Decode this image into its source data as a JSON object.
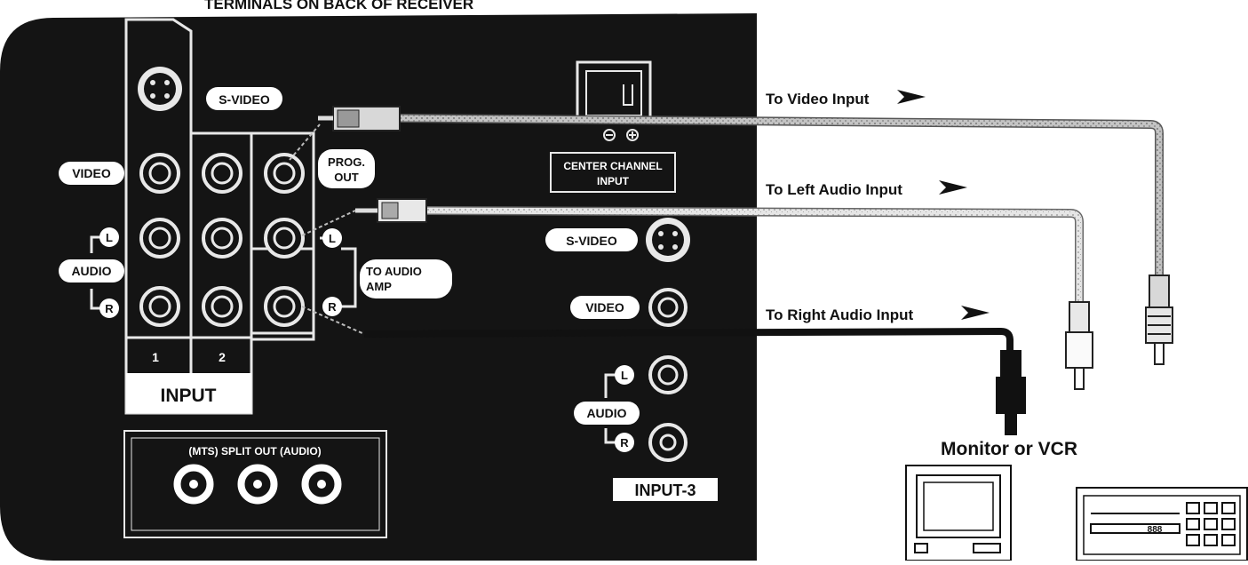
{
  "header_title": "TERMINALS ON BACK OF RECEIVER",
  "panel": {
    "s_video_label": "S-VIDEO",
    "video_label": "VIDEO",
    "audio_label": "AUDIO",
    "left_badge": "L",
    "right_badge": "R",
    "input_col_1": "1",
    "input_col_2": "2",
    "input_label": "INPUT",
    "prog_out_line1": "PROG.",
    "prog_out_line2": "OUT",
    "to_audio_amp_line1": "TO AUDIO",
    "to_audio_amp_line2": "AMP",
    "center_channel_line1": "CENTER CHANNEL",
    "center_channel_line2": "INPUT",
    "input3_s_video_label": "S-VIDEO",
    "input3_video_label": "VIDEO",
    "input3_audio_label": "AUDIO",
    "input3_label": "INPUT-3",
    "split_out_label": "(MTS) SPLIT OUT (AUDIO)"
  },
  "cables": {
    "to_video_input": "To Video Input",
    "to_left_audio_input": "To Left Audio Input",
    "to_right_audio_input": "To Right Audio Input"
  },
  "devices": {
    "title": "Monitor or VCR",
    "vcr_display": "888"
  },
  "colors": {
    "panel": "#141414",
    "panel_edge": "#2a2a2a",
    "cable_gray": "#b9b9b9",
    "cable_light": "#d8d8d8",
    "cable_dark": "#111111",
    "accent_white": "#ffffff"
  }
}
